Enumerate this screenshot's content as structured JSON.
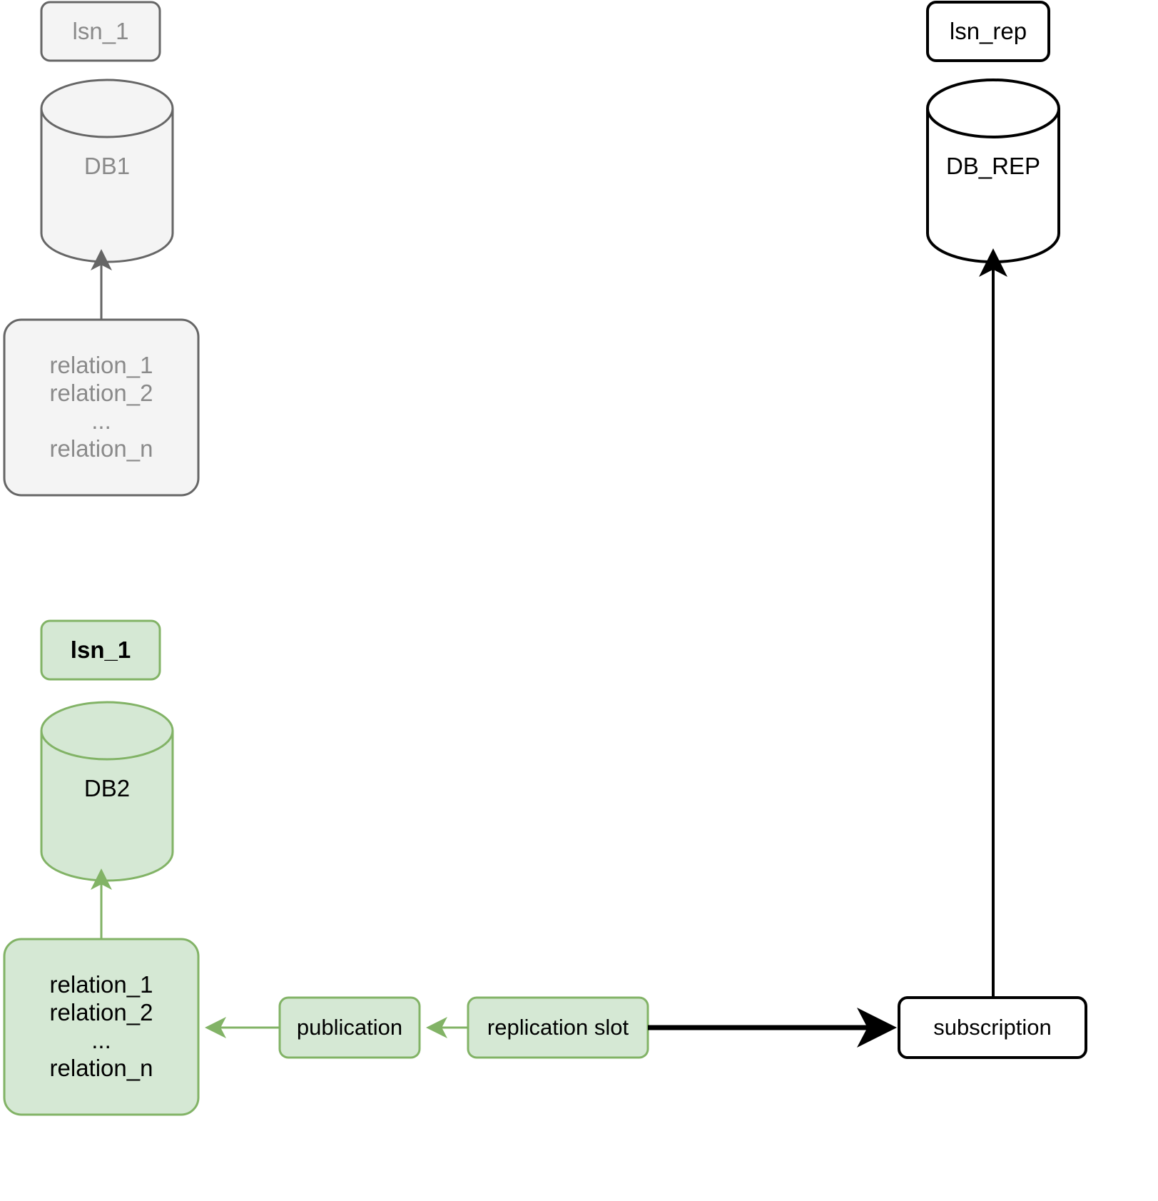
{
  "diagram": {
    "title": "PostgreSQL logical replication — publication / subscription flow",
    "colors": {
      "faded_stroke": "#666666",
      "faded_fill": "#f4f4f4",
      "faded_text": "#8a8a8a",
      "green_stroke": "#82b366",
      "green_fill": "#d5e8d4",
      "black_stroke": "#000000",
      "black_text": "#000000",
      "background": "#ffffff"
    },
    "groups": {
      "faded": {
        "name": "inactive-source-db1",
        "style": "greyed-out"
      },
      "active": {
        "name": "active-source-db2",
        "style": "green-highlight"
      },
      "target": {
        "name": "replica-target",
        "style": "black-outline"
      }
    },
    "nodes": [
      {
        "id": "lsn_1_faded",
        "label": "lsn_1",
        "shape": "rounded-rect",
        "group": "faded"
      },
      {
        "id": "db1",
        "label": "DB1",
        "shape": "cylinder",
        "group": "faded"
      },
      {
        "id": "relations_faded",
        "label": "relation_1\nrelation_2\n...\nrelation_n",
        "shape": "rounded-rect",
        "group": "faded"
      },
      {
        "id": "lsn_1_active",
        "label": "lsn_1",
        "shape": "rounded-rect",
        "group": "active",
        "bold": true
      },
      {
        "id": "db2",
        "label": "DB2",
        "shape": "cylinder",
        "group": "active"
      },
      {
        "id": "relations_active",
        "label": "relation_1\nrelation_2\n...\nrelation_n",
        "shape": "rounded-rect",
        "group": "active"
      },
      {
        "id": "publication",
        "label": "publication",
        "shape": "rounded-rect",
        "group": "active"
      },
      {
        "id": "replication_slot",
        "label": "replication slot",
        "shape": "rounded-rect",
        "group": "active"
      },
      {
        "id": "subscription",
        "label": "subscription",
        "shape": "rounded-rect",
        "group": "target"
      },
      {
        "id": "lsn_rep",
        "label": "lsn_rep",
        "shape": "rounded-rect",
        "group": "target"
      },
      {
        "id": "db_rep",
        "label": "DB_REP",
        "shape": "cylinder",
        "group": "target"
      }
    ],
    "edges": [
      {
        "from": "relations_faded",
        "to": "db1",
        "color": "#666666",
        "style": "thin"
      },
      {
        "from": "relations_active",
        "to": "db2",
        "color": "#82b366",
        "style": "thin"
      },
      {
        "from": "publication",
        "to": "relations_active",
        "color": "#82b366",
        "style": "thin"
      },
      {
        "from": "replication_slot",
        "to": "publication",
        "color": "#82b366",
        "style": "thin"
      },
      {
        "from": "replication_slot",
        "to": "subscription",
        "color": "#000000",
        "style": "thick"
      },
      {
        "from": "subscription",
        "to": "db_rep",
        "color": "#000000",
        "style": "thin"
      }
    ]
  },
  "labels": {
    "lsn_1_faded": "lsn_1",
    "db1": "DB1",
    "relations_faded_l1": "relation_1",
    "relations_faded_l2": "relation_2",
    "relations_faded_l3": "...",
    "relations_faded_l4": "relation_n",
    "lsn_1_active": "lsn_1",
    "db2": "DB2",
    "relations_active_l1": "relation_1",
    "relations_active_l2": "relation_2",
    "relations_active_l3": "...",
    "relations_active_l4": "relation_n",
    "publication": "publication",
    "replication_slot": "replication slot",
    "subscription": "subscription",
    "lsn_rep": "lsn_rep",
    "db_rep": "DB_REP"
  }
}
